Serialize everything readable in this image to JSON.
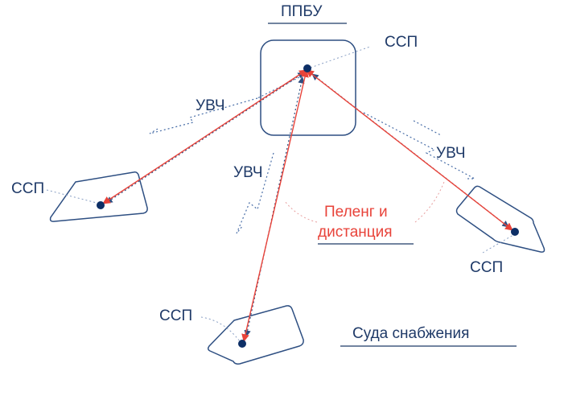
{
  "title": "ППБУ",
  "labels": {
    "ssp": "ССП",
    "uvch": "УВЧ",
    "bearing_line1": "Пеленг и",
    "bearing_line2": "дистанция",
    "supply_vessels": "Суда снабжения"
  },
  "colors": {
    "navy": "#1f3a68",
    "outline": "#2e4f82",
    "dotted": "#4a6fa8",
    "red": "#e8433a",
    "node": "#0d2f66"
  }
}
